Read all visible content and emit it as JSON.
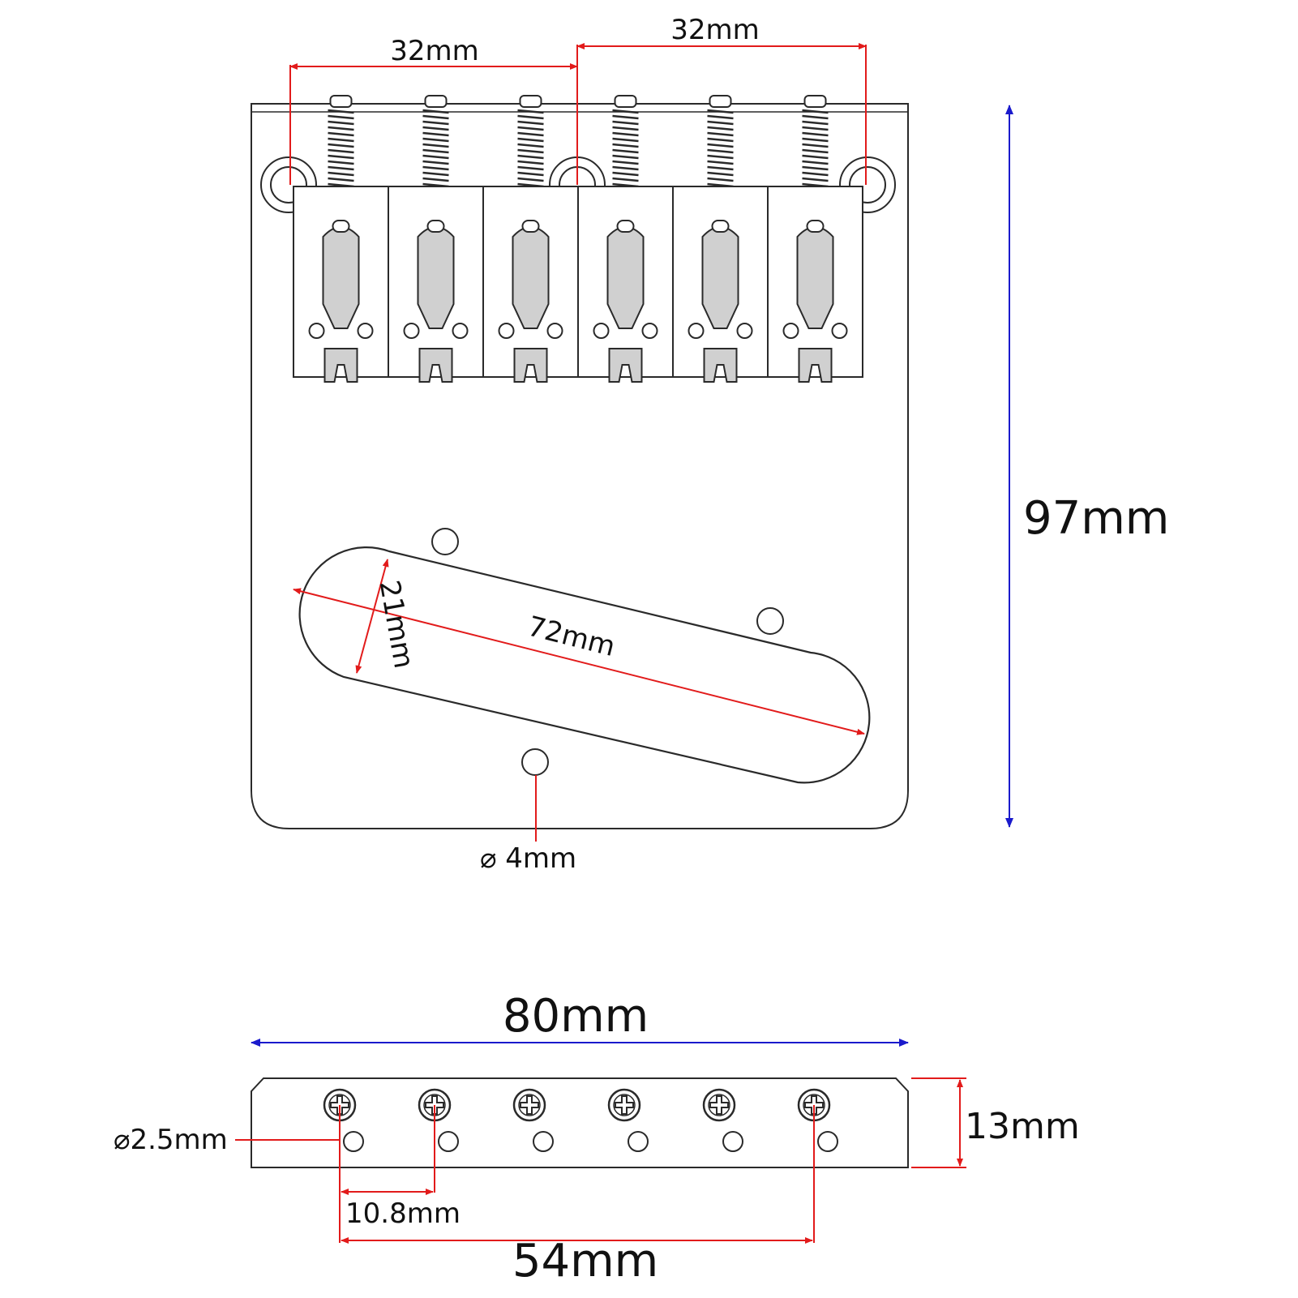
{
  "colors": {
    "dimension_red": "#e21b1b",
    "dimension_blue": "#1a1acc",
    "outline": "#2a2a2a",
    "saddle_fill": "#ffffff",
    "groove_fill": "#d0d0d0"
  },
  "top_view": {
    "spacing_left": "32mm",
    "spacing_right": "32mm",
    "height": "97mm",
    "pickup_width": "21mm",
    "pickup_length": "72mm",
    "hole_diameter": "⌀ 4mm"
  },
  "side_view": {
    "width": "80mm",
    "height": "13mm",
    "hole_diameter": "⌀2.5mm",
    "screw_spacing": "10.8mm",
    "outer_screw_span": "54mm"
  },
  "icons": {
    "screw": "phillips-screw-icon",
    "saddle": "saddle-icon"
  }
}
